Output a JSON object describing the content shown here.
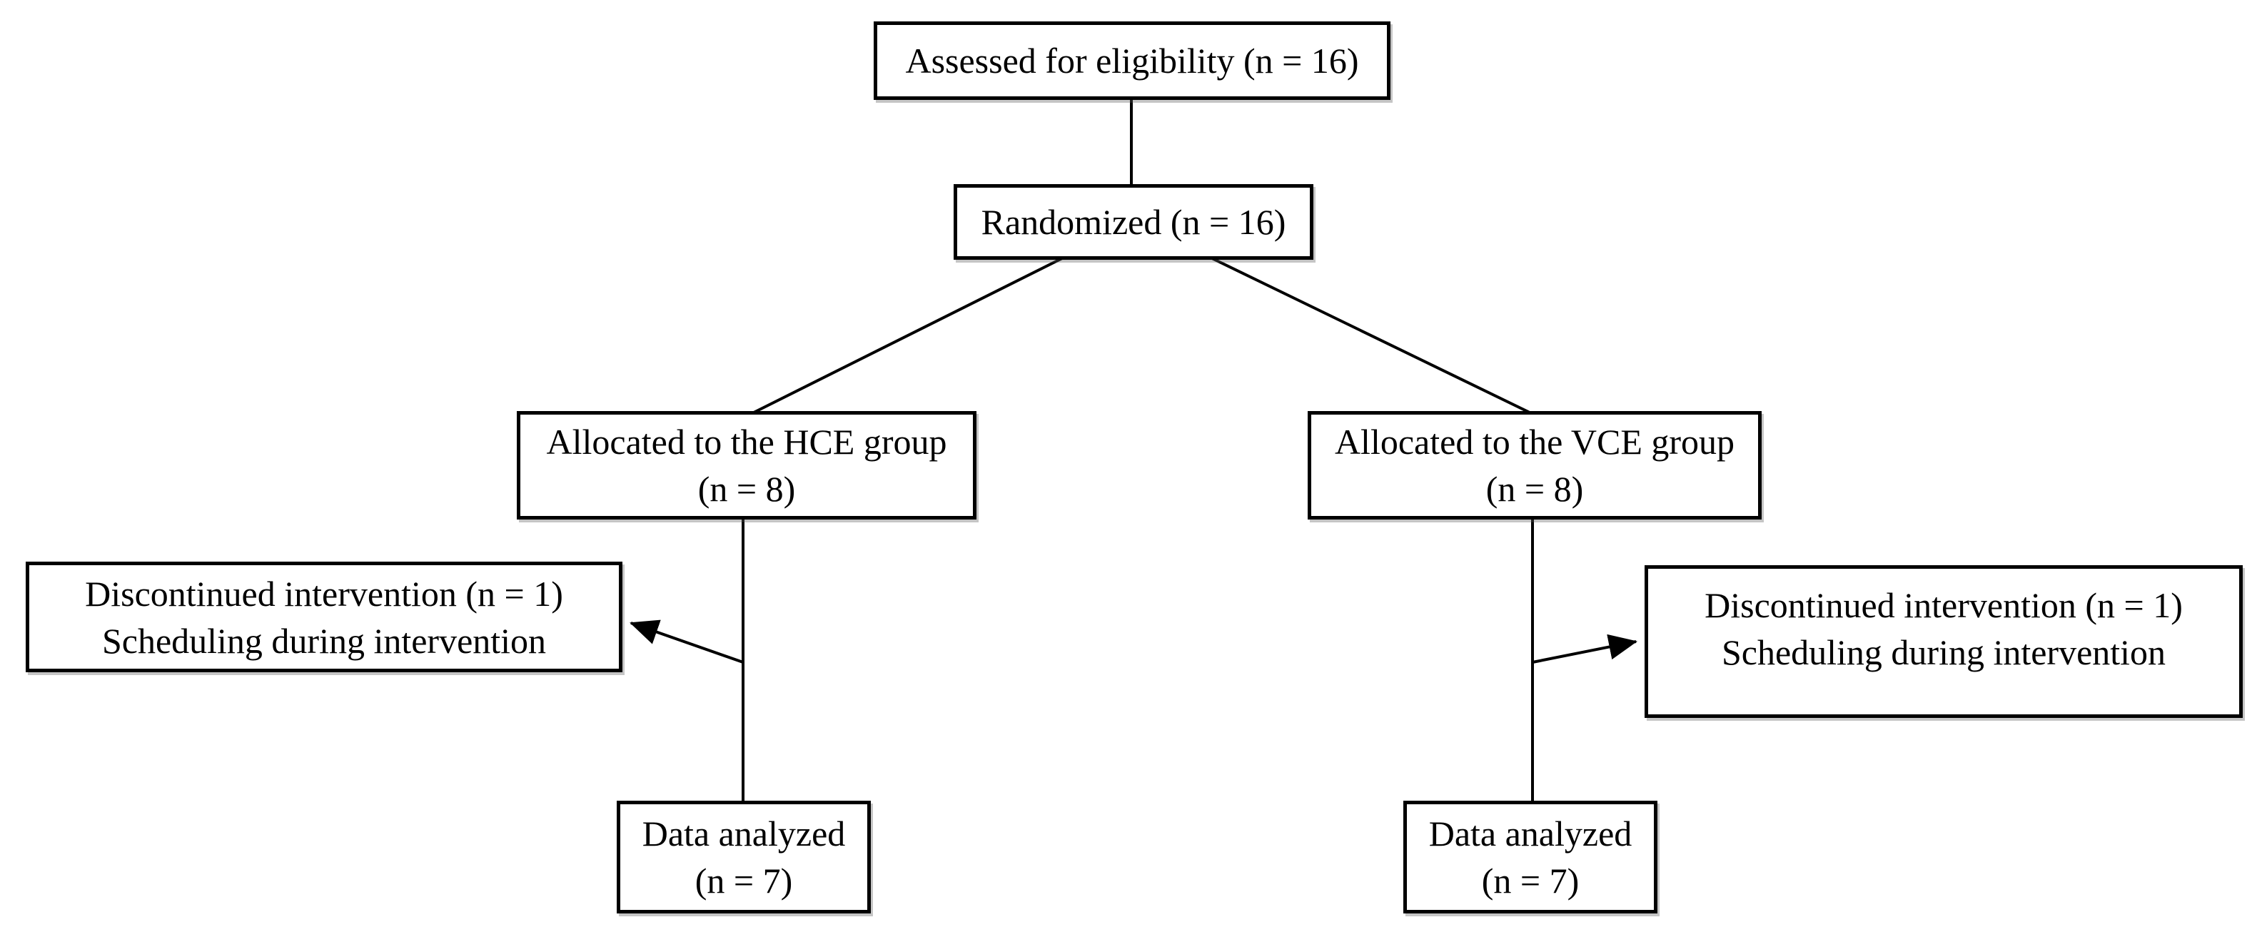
{
  "diagram": {
    "type": "consort-flowchart",
    "colors": {
      "line": "#000000",
      "box_border": "#000000",
      "box_fill": "#ffffff",
      "text": "#000000",
      "background": "#ffffff"
    },
    "boxes": {
      "assessed": {
        "line1": "Assessed for eligibility (n = 16)"
      },
      "randomized": {
        "line1": "Randomized (n = 16)"
      },
      "hce": {
        "line1": "Allocated to the HCE group",
        "line2": "(n = 8)"
      },
      "vce": {
        "line1": "Allocated to the VCE group",
        "line2": "(n = 8)"
      },
      "hce_discontinued": {
        "line1": "Discontinued intervention (n = 1)",
        "line2": "Scheduling during intervention"
      },
      "vce_discontinued": {
        "line1": "Discontinued intervention (n = 1)",
        "line2": "Scheduling during intervention"
      },
      "hce_analyzed": {
        "line1": "Data analyzed",
        "line2": "(n = 7)"
      },
      "vce_analyzed": {
        "line1": "Data analyzed",
        "line2": "(n = 7)"
      }
    },
    "connections": [
      {
        "from": "assessed",
        "to": "randomized",
        "arrow": false
      },
      {
        "from": "randomized",
        "to": "hce",
        "arrow": false
      },
      {
        "from": "randomized",
        "to": "vce",
        "arrow": false
      },
      {
        "from": "hce",
        "to": "hce_analyzed",
        "arrow": false
      },
      {
        "from": "vce",
        "to": "vce_analyzed",
        "arrow": false
      },
      {
        "from": "hce",
        "to": "hce_discontinued",
        "arrow": true
      },
      {
        "from": "vce",
        "to": "vce_discontinued",
        "arrow": true
      }
    ]
  }
}
